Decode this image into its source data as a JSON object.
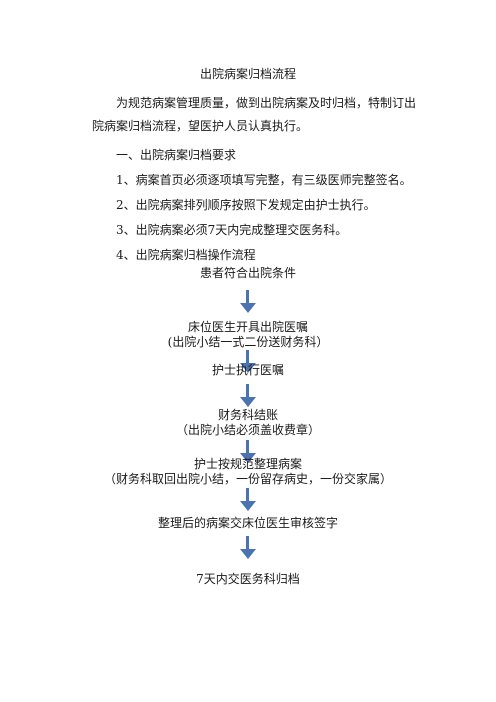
{
  "document": {
    "title": "出院病案归档流程",
    "intro": "为规范病案管理质量，做到出院病案及时归档，特制订出院病案归档流程，望医护人员认真执行。",
    "sections": [
      "一、出院病案归档要求",
      "1、病案首页必须逐项填写完整，有三级医师完整签名。",
      "2、出院病案排列顺序按照下发规定由护士执行。",
      "3、出院病案必须7天内完成整理交医务科。",
      "4、出院病案归档操作流程"
    ]
  },
  "flowchart": {
    "arrow_color": "#4a73b0",
    "steps": [
      {
        "line1": "患者符合出院条件",
        "line2": ""
      },
      {
        "line1": "床位医生开具出院医嘱",
        "line2": "(出院小结一式二份送财务科）"
      },
      {
        "line1": "护士执行医嘱",
        "line2": ""
      },
      {
        "line1": "财务科结账",
        "line2": "（出院小结必须盖收费章）"
      },
      {
        "line1": "护士按规范整理病案",
        "line2": "（财务科取回出院小结，一份留存病史，一份交家属）"
      },
      {
        "line1": "整理后的病案交床位医生审核签字",
        "line2": ""
      },
      {
        "line1": "7天内交医务科归档",
        "line2": ""
      }
    ]
  }
}
